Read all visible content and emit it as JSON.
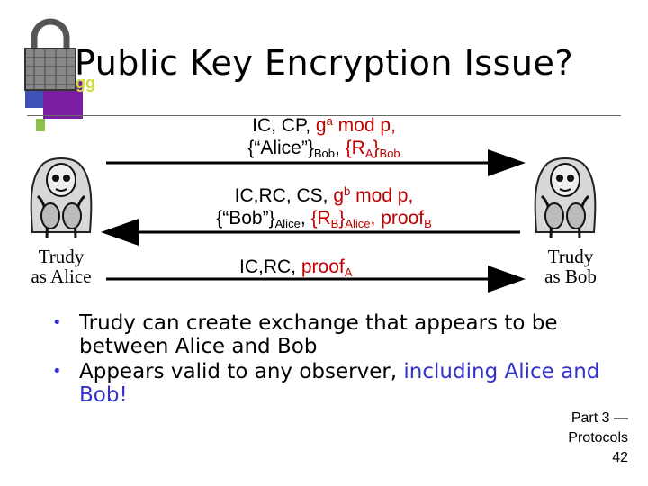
{
  "slide": {
    "title": "Public Key Encryption Issue?",
    "left_party_line1": "Trudy",
    "left_party_line2": "as Alice",
    "right_party_line1": "Trudy",
    "right_party_line2": "as Bob"
  },
  "messages": {
    "m1_line1": {
      "a": "IC, CP, ",
      "b": "g",
      "sup": "a",
      "c": " mod p,",
      "color_parts": "gamodp red"
    },
    "m1_line2": {
      "a": "{“Alice”}",
      "sub1": "Bob",
      "b": ", ",
      "c": "{R",
      "sub2": "A",
      "d": "}",
      "sub3": "Bob"
    },
    "m2_line1": {
      "a": "IC,RC, CS, ",
      "b": "g",
      "sup": "b",
      "c": " mod p,"
    },
    "m2_line2": {
      "a": "{“Bob”}",
      "sub1": "Alice",
      "b": ", ",
      "c": "{R",
      "sub2": "B",
      "d": "}",
      "sub3": "Alice",
      "e": ", proof",
      "sub4": "B"
    },
    "m3": {
      "a": "IC,RC, ",
      "b": "proof",
      "sub": "A"
    }
  },
  "bullets": [
    {
      "text": "Trudy can create exchange that appears to be between Alice and Bob"
    },
    {
      "text_a": "Appears valid to any observer, ",
      "text_b": "including Alice and Bob!"
    }
  ],
  "footer": {
    "line1": "Part 3 —",
    "line2": "Protocols",
    "page": "42"
  },
  "colors": {
    "accent_red": "#c00000",
    "accent_blue": "#3333cc",
    "logo_purple": "#7b1fa2",
    "logo_blue": "#3f51b5"
  },
  "icons": {
    "logo": "padlock-icon",
    "left_figure": "trudy-figure-icon",
    "right_figure": "trudy-figure-icon",
    "bullet": "bullet-dot-icon"
  }
}
